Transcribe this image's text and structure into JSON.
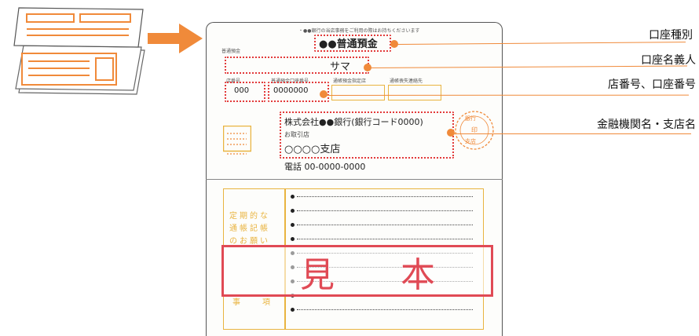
{
  "passbook": {
    "top_note": "・●●銀行の当店事務をご利用の際はお持ちくださいます",
    "account_type": "●●普通預金",
    "small_left": "普通預金",
    "kana_name": "サマ",
    "branch_no_label": "店番号",
    "account_no_label": "普通預金口座番号",
    "branch_no": "000",
    "account_no": "0000000",
    "label_3": "通帳預金指定店",
    "label_4": "通帳喪失連絡先",
    "bank_name": "株式会社●●銀行(銀行コード0000)",
    "transaction_label": "お取引店",
    "branch_name": "○○○○支店",
    "phone": "電話 00-0000-0000",
    "stamp_top": "銀行",
    "stamp_mid": "印",
    "stamp_bottom": "支店",
    "lower_left_1": "定期的な",
    "lower_left_2": "通帳記帳",
    "lower_left_3": "のお願い",
    "lower_left_4": "事",
    "lower_left_5": "項",
    "sample": "見　本"
  },
  "callouts": {
    "account_type": "口座種別",
    "account_name": "口座名義人",
    "branch_account_no": "店番号、口座番号",
    "bank_branch_name": "金融機関名・支店名"
  },
  "colors": {
    "accent_orange": "#f08a3a",
    "dotted_red": "#e23a3a",
    "sample_red": "#e04a55",
    "frame_yellow": "#e9b440"
  }
}
